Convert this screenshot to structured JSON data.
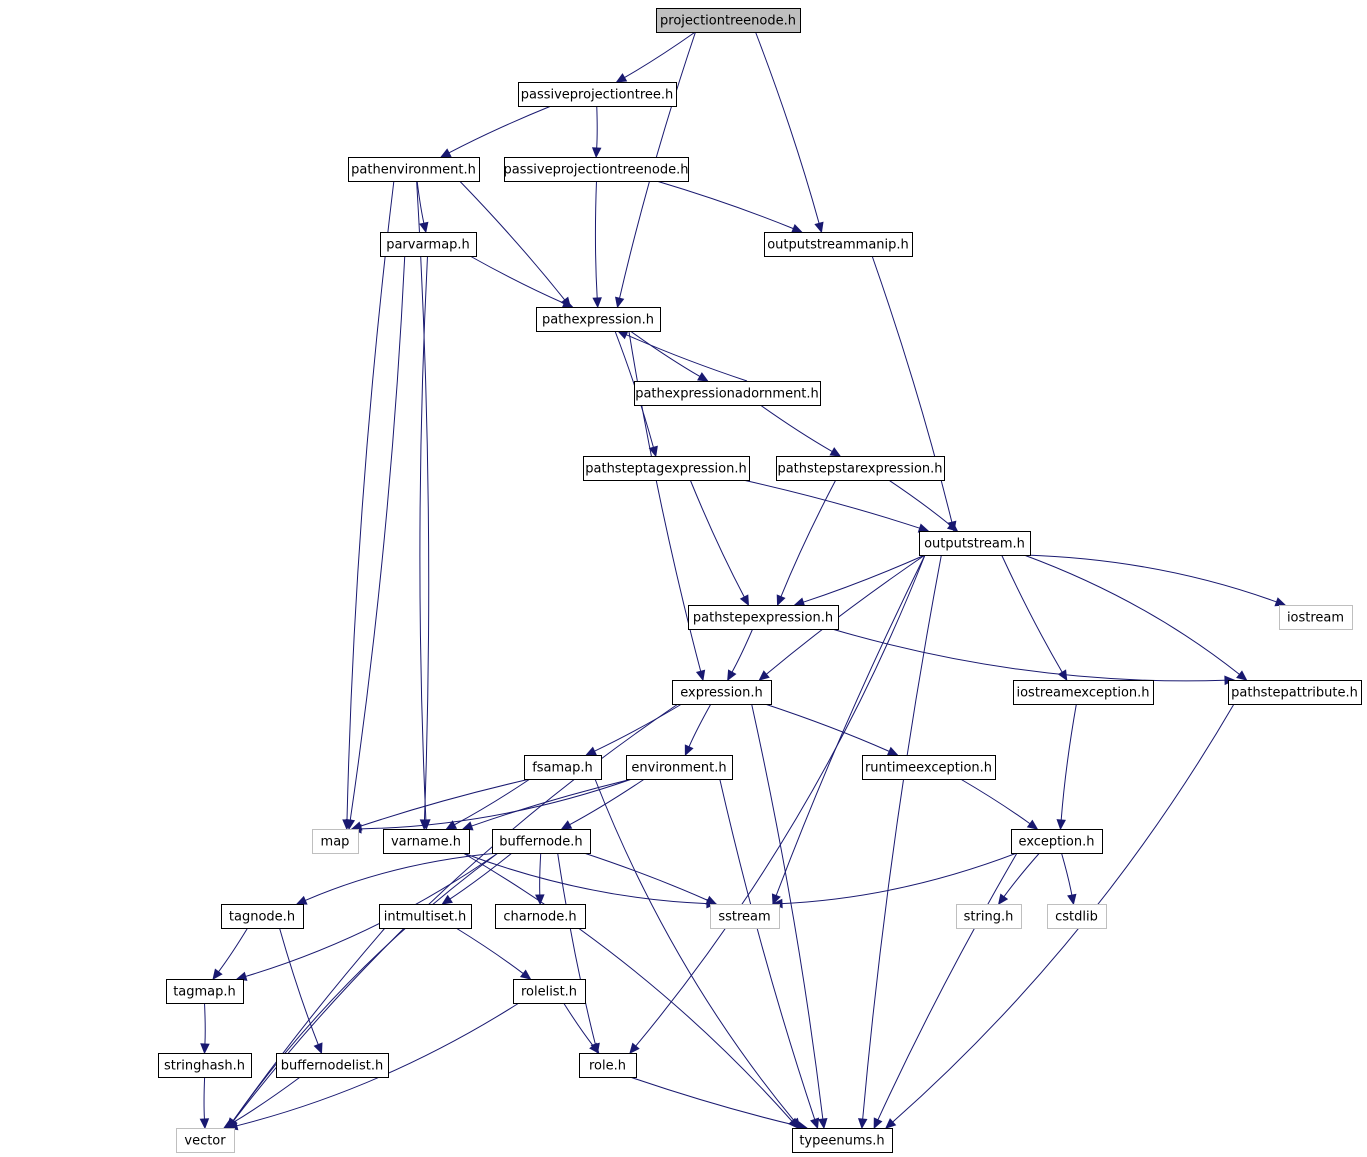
{
  "colors": {
    "edge": "#191970",
    "root_fill": "#bfbfbf",
    "node_border": "#000000",
    "external_border": "#bfbfbf"
  },
  "nodes": {
    "projectiontreenode": {
      "label": "projectiontreenode.h",
      "kind": "root"
    },
    "passiveprojectiontree": {
      "label": "passiveprojectiontree.h",
      "kind": "local"
    },
    "pathenvironment": {
      "label": "pathenvironment.h",
      "kind": "local"
    },
    "passiveprojectiontreenode": {
      "label": "passiveprojectiontreenode.h",
      "kind": "local"
    },
    "parvarmap": {
      "label": "parvarmap.h",
      "kind": "local"
    },
    "outputstreammanip": {
      "label": "outputstreammanip.h",
      "kind": "local"
    },
    "pathexpression": {
      "label": "pathexpression.h",
      "kind": "local"
    },
    "pathexpressionadornment": {
      "label": "pathexpressionadornment.h",
      "kind": "local"
    },
    "pathsteptagexpression": {
      "label": "pathsteptagexpression.h",
      "kind": "local"
    },
    "pathstepstarexpression": {
      "label": "pathstepstarexpression.h",
      "kind": "local"
    },
    "outputstream": {
      "label": "outputstream.h",
      "kind": "local"
    },
    "pathstepexpression": {
      "label": "pathstepexpression.h",
      "kind": "local"
    },
    "iostream": {
      "label": "iostream",
      "kind": "external"
    },
    "expression": {
      "label": "expression.h",
      "kind": "local"
    },
    "iostreamexception": {
      "label": "iostreamexception.h",
      "kind": "local"
    },
    "pathstepattribute": {
      "label": "pathstepattribute.h",
      "kind": "local"
    },
    "fsamap": {
      "label": "fsamap.h",
      "kind": "local"
    },
    "environment": {
      "label": "environment.h",
      "kind": "local"
    },
    "runtimeexception": {
      "label": "runtimeexception.h",
      "kind": "local"
    },
    "map": {
      "label": "map",
      "kind": "external"
    },
    "varname": {
      "label": "varname.h",
      "kind": "local"
    },
    "buffernode": {
      "label": "buffernode.h",
      "kind": "local"
    },
    "exception": {
      "label": "exception.h",
      "kind": "local"
    },
    "tagnode": {
      "label": "tagnode.h",
      "kind": "local"
    },
    "intmultiset": {
      "label": "intmultiset.h",
      "kind": "local"
    },
    "charnode": {
      "label": "charnode.h",
      "kind": "local"
    },
    "sstream": {
      "label": "sstream",
      "kind": "external"
    },
    "string": {
      "label": "string.h",
      "kind": "external"
    },
    "cstdlib": {
      "label": "cstdlib",
      "kind": "external"
    },
    "tagmap": {
      "label": "tagmap.h",
      "kind": "local"
    },
    "rolelist": {
      "label": "rolelist.h",
      "kind": "local"
    },
    "stringhash": {
      "label": "stringhash.h",
      "kind": "local"
    },
    "buffernodelist": {
      "label": "buffernodelist.h",
      "kind": "local"
    },
    "role": {
      "label": "role.h",
      "kind": "local"
    },
    "vector": {
      "label": "vector",
      "kind": "external"
    },
    "typeenums": {
      "label": "typeenums.h",
      "kind": "local"
    }
  },
  "edges": [
    [
      "projectiontreenode",
      "passiveprojectiontree"
    ],
    [
      "projectiontreenode",
      "pathexpression"
    ],
    [
      "projectiontreenode",
      "outputstreammanip"
    ],
    [
      "passiveprojectiontree",
      "pathenvironment"
    ],
    [
      "passiveprojectiontree",
      "passiveprojectiontreenode"
    ],
    [
      "pathenvironment",
      "parvarmap"
    ],
    [
      "pathenvironment",
      "pathexpression"
    ],
    [
      "pathenvironment",
      "map"
    ],
    [
      "pathenvironment",
      "varname"
    ],
    [
      "passiveprojectiontreenode",
      "pathexpression"
    ],
    [
      "passiveprojectiontreenode",
      "outputstreammanip"
    ],
    [
      "parvarmap",
      "pathexpression"
    ],
    [
      "parvarmap",
      "map"
    ],
    [
      "parvarmap",
      "varname"
    ],
    [
      "outputstreammanip",
      "outputstream"
    ],
    [
      "pathexpression",
      "pathexpressionadornment"
    ],
    [
      "pathexpression",
      "pathsteptagexpression"
    ],
    [
      "pathexpression",
      "expression"
    ],
    [
      "pathexpressionadornment",
      "pathexpression"
    ],
    [
      "pathexpressionadornment",
      "pathstepstarexpression"
    ],
    [
      "pathsteptagexpression",
      "outputstream"
    ],
    [
      "pathsteptagexpression",
      "pathstepexpression"
    ],
    [
      "pathstepstarexpression",
      "outputstream"
    ],
    [
      "pathstepstarexpression",
      "pathstepexpression"
    ],
    [
      "outputstream",
      "pathstepexpression"
    ],
    [
      "outputstream",
      "expression"
    ],
    [
      "outputstream",
      "iostream"
    ],
    [
      "outputstream",
      "iostreamexception"
    ],
    [
      "outputstream",
      "pathstepattribute"
    ],
    [
      "outputstream",
      "sstream"
    ],
    [
      "outputstream",
      "role"
    ],
    [
      "outputstream",
      "typeenums"
    ],
    [
      "pathstepexpression",
      "expression"
    ],
    [
      "pathstepexpression",
      "pathstepattribute"
    ],
    [
      "expression",
      "fsamap"
    ],
    [
      "expression",
      "environment"
    ],
    [
      "expression",
      "runtimeexception"
    ],
    [
      "expression",
      "vector"
    ],
    [
      "expression",
      "typeenums"
    ],
    [
      "iostreamexception",
      "exception"
    ],
    [
      "pathstepattribute",
      "typeenums"
    ],
    [
      "fsamap",
      "map"
    ],
    [
      "fsamap",
      "varname"
    ],
    [
      "fsamap",
      "typeenums"
    ],
    [
      "environment",
      "map"
    ],
    [
      "environment",
      "varname"
    ],
    [
      "environment",
      "buffernode"
    ],
    [
      "environment",
      "typeenums"
    ],
    [
      "runtimeexception",
      "exception"
    ],
    [
      "varname",
      "sstream"
    ],
    [
      "varname",
      "typeenums"
    ],
    [
      "buffernode",
      "tagnode"
    ],
    [
      "buffernode",
      "intmultiset"
    ],
    [
      "buffernode",
      "charnode"
    ],
    [
      "buffernode",
      "sstream"
    ],
    [
      "buffernode",
      "role"
    ],
    [
      "buffernode",
      "tagmap"
    ],
    [
      "buffernode",
      "vector"
    ],
    [
      "exception",
      "sstream"
    ],
    [
      "exception",
      "string"
    ],
    [
      "exception",
      "cstdlib"
    ],
    [
      "exception",
      "typeenums"
    ],
    [
      "tagnode",
      "tagmap"
    ],
    [
      "tagnode",
      "buffernodelist"
    ],
    [
      "intmultiset",
      "rolelist"
    ],
    [
      "intmultiset",
      "vector"
    ],
    [
      "tagmap",
      "stringhash"
    ],
    [
      "rolelist",
      "role"
    ],
    [
      "rolelist",
      "vector"
    ],
    [
      "stringhash",
      "vector"
    ],
    [
      "buffernodelist",
      "vector"
    ],
    [
      "role",
      "typeenums"
    ]
  ]
}
